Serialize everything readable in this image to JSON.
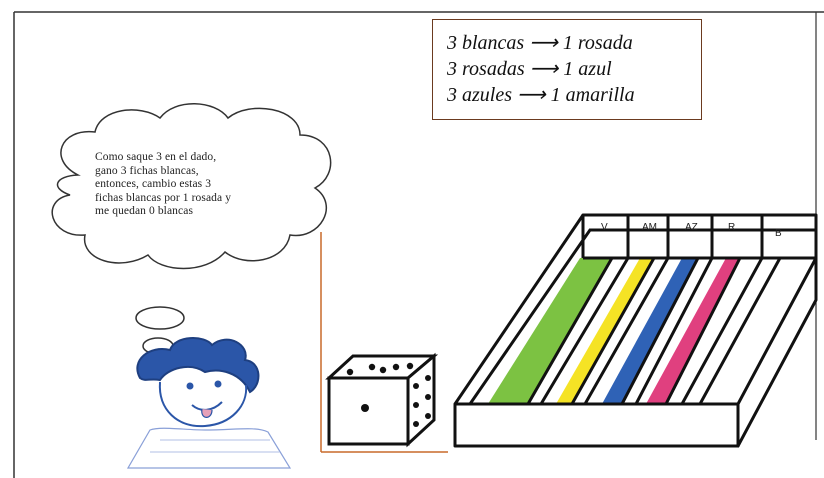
{
  "rules": [
    {
      "text": "3 blancas ⟶ 1 rosada"
    },
    {
      "text": "3 rosadas ⟶ 1 azul"
    },
    {
      "text": "3 azules  ⟶ 1 amarilla"
    }
  ],
  "thought": {
    "lines": [
      "Como saque 3  en el dado,",
      "gano 3 fichas blancas,",
      "entonces, cambio estas 3",
      "fichas blancas por 1 rosada y",
      "me quedan 0 blancas"
    ]
  },
  "bins": {
    "labels": [
      "V",
      "AM",
      "AZ",
      "R",
      "B"
    ],
    "colors": {
      "V": "#7cc242",
      "AM": "#f5e325",
      "AZ": "#2f62b6",
      "R": "#e0407f",
      "B": "#ffffff"
    }
  },
  "die": {
    "front_pips": 1,
    "top_pips": 5,
    "side_pips": 6
  },
  "colors": {
    "frame_line": "#333333",
    "rules_border": "#6b3a1f",
    "divider": "#c96a2a",
    "character": "#2b56a8"
  }
}
